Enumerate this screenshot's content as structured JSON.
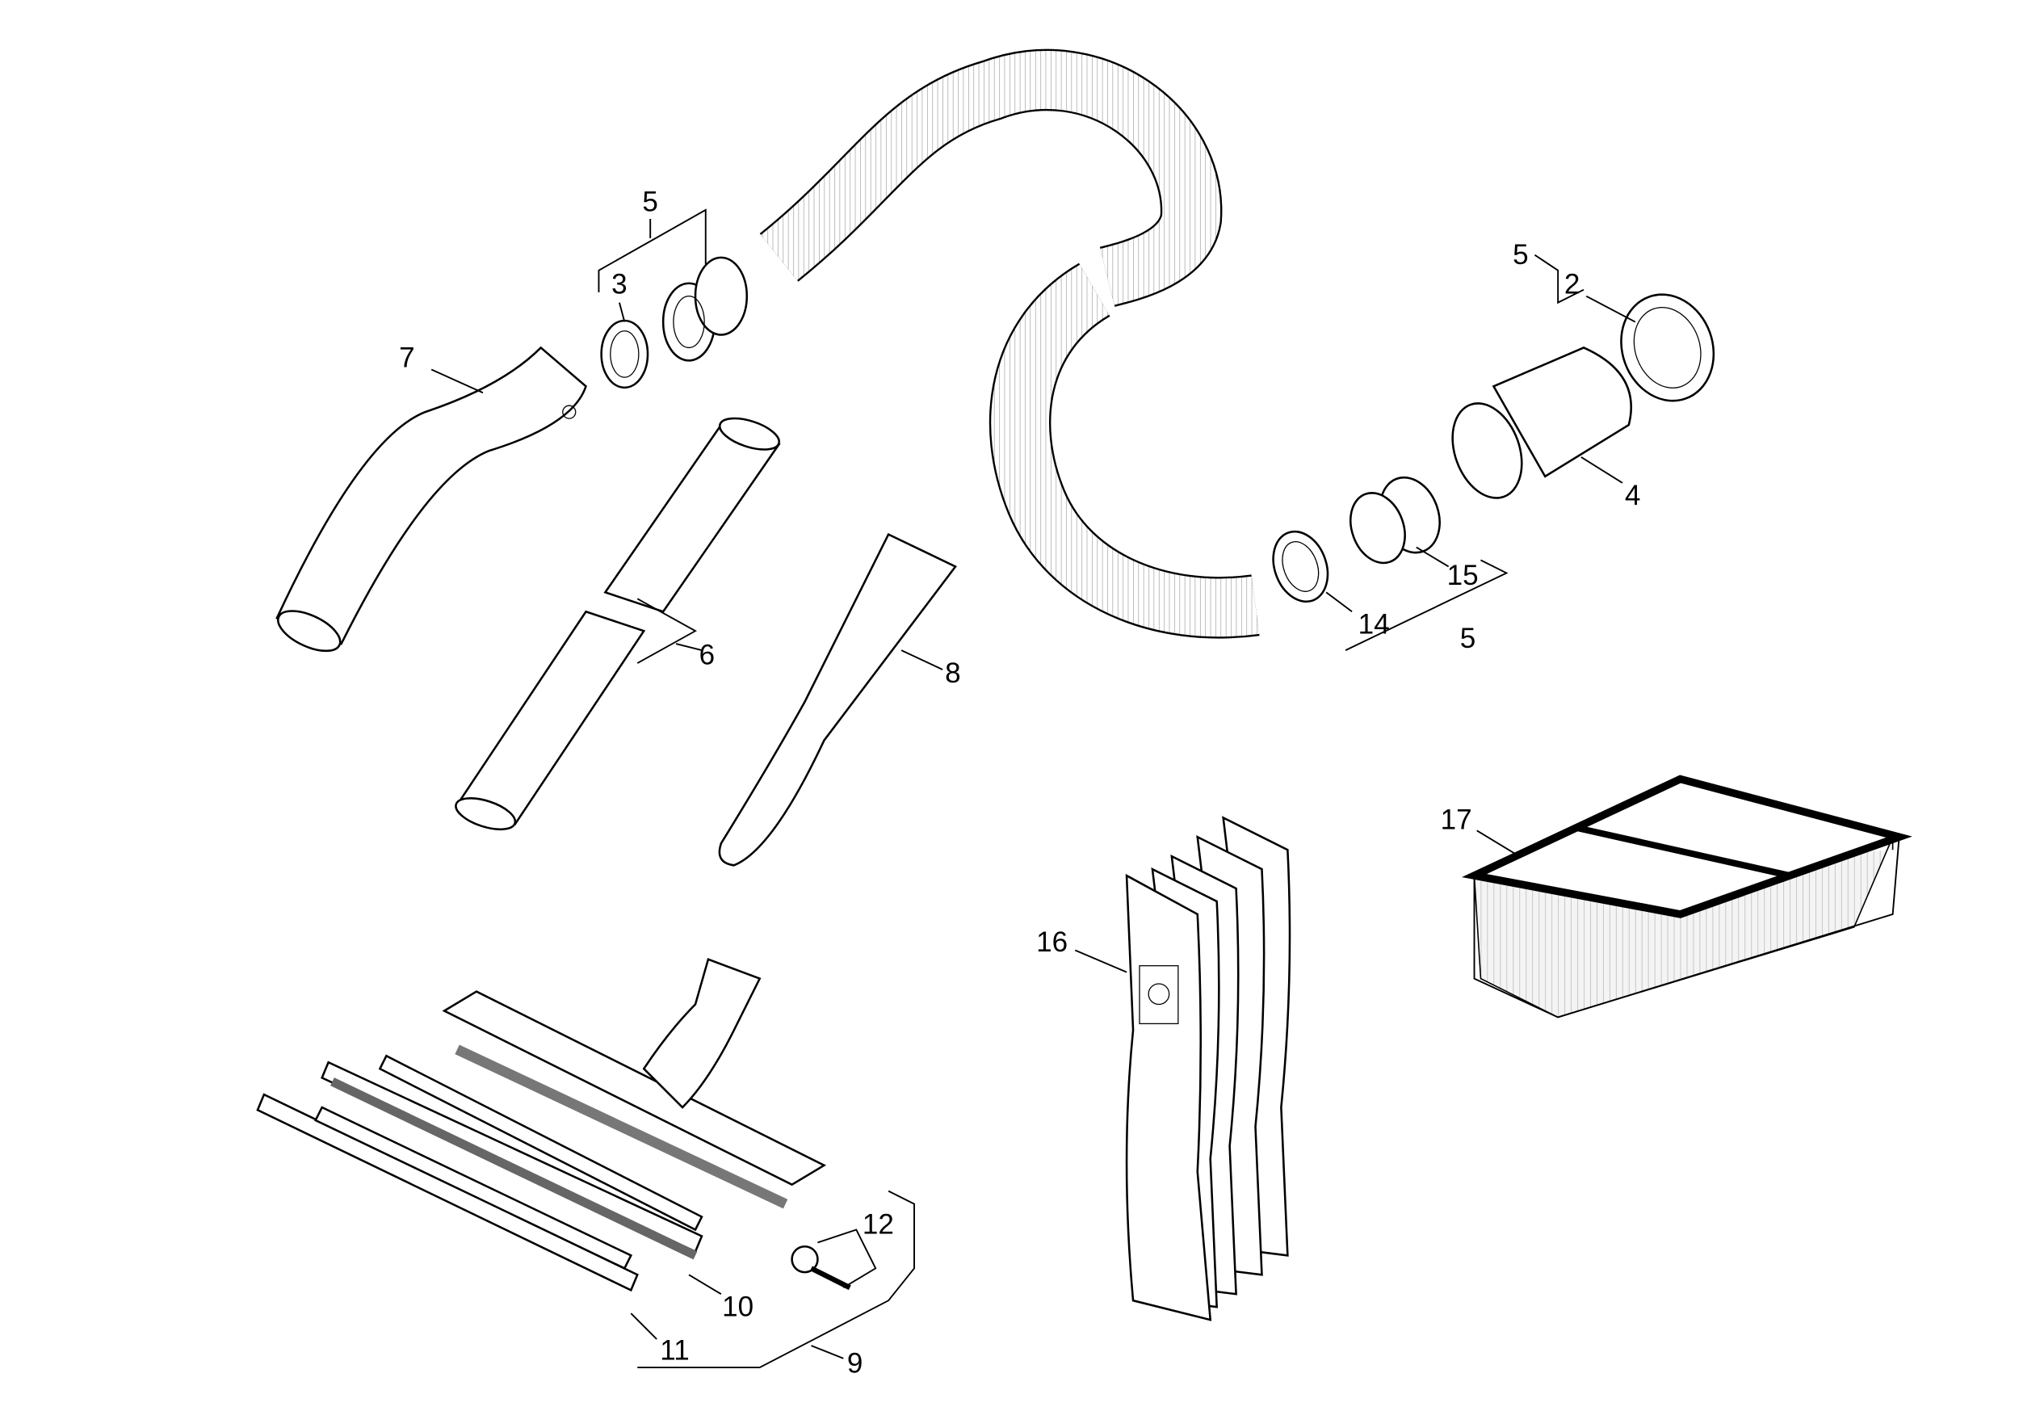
{
  "labels": {
    "p5_top": "5",
    "p3": "3",
    "p7": "7",
    "p6": "6",
    "p8": "8",
    "p5_right": "5",
    "p2": "2",
    "p4": "4",
    "p15": "15",
    "p14": "14",
    "p5_bottom": "5",
    "p17": "17",
    "p16": "16",
    "p12": "12",
    "p10": "10",
    "p11": "11",
    "p9": "9"
  }
}
